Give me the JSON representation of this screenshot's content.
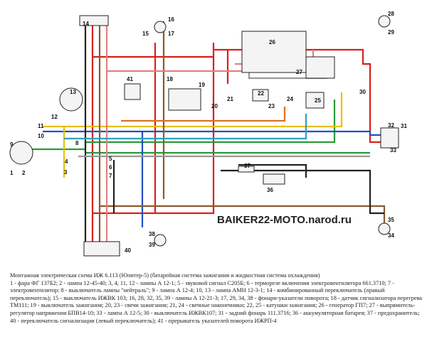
{
  "diagram": {
    "site_label": "BAIKER22-MOTO.narod.ru",
    "component_numbers": [
      "14",
      "15",
      "16",
      "17",
      "28",
      "29",
      "26",
      "27",
      "41",
      "18",
      "19",
      "13",
      "12",
      "11",
      "10",
      "8",
      "9",
      "1",
      "2",
      "3",
      "4",
      "5",
      "6",
      "7",
      "20",
      "21",
      "22",
      "23",
      "24",
      "25",
      "30",
      "31",
      "32",
      "33",
      "37",
      "36",
      "34",
      "35",
      "38",
      "39",
      "40"
    ],
    "wire_colors": {
      "red": "#d8201c",
      "green": "#2a9a3a",
      "blue": "#2050c0",
      "yellow": "#e8c000",
      "brown": "#8a5a2a",
      "black": "#222222",
      "grey": "#999999",
      "pink": "#e08080",
      "orange": "#e07020",
      "cyan": "#30a0c0"
    }
  },
  "caption": {
    "title": "Монтажная электрическая схема ИЖ 6.113 (Юпитер-5) (батарейная система зажигания и жидкостная система охлаждения)",
    "body": "1 - фара ФГ 137Б2; 2 - лампа 12-45-40; 3, 4, 11, 12 - лампы А 12-1; 5 - звуковой сигнал С205Б; 6 - терморе­ле включения электровентилятора 661.3710; 7 - электровентилятор; 8 - выключатель лампы \"нейтраль\"; 9 - лампа А 12-4; 10, 13 - лампа АМН 12-3-1; 14 - комбинированный переключатель (правый переключатель); 15 - выключатель ИЖВК 103; 16, 28, 32, 35, 39 - лампы А 12-21-3; 17, 29, 34, 38 - фонари-указатели поворота; 18 - датчик сигнализатора перегрева ТМ111; 19 - выключатель зажигания; 20, 23 - свечи зажигания; 21, 24 - свечные наконечники; 22, 25 - катушки зажигания; 26 - генератор ГП7; 27 - выпрямитель-регулятор напряжения БПВ14-10; 33 - лампа А 12-5; 30 - выключатель ИЖВК107; 31 - задний фонарь 111.3716; 36 - аккумуляторная батарея; 37 - предохранитель; 40 - переключатель сигнализации (левый переключатель); 41 - прерыватель указателей поворота ИЖРП-4"
  }
}
